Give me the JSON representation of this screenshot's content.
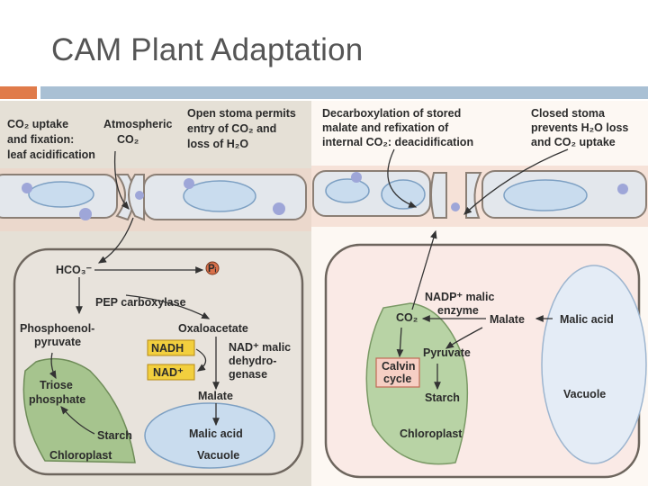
{
  "slide": {
    "title": "CAM Plant Adaptation",
    "colors": {
      "accent_orange": "#e07b4a",
      "accent_blue": "#a9c0d4",
      "title": "#555555"
    }
  },
  "night_panel": {
    "co2_uptake": [
      "CO₂ uptake",
      "and fixation:",
      "leaf acidification"
    ],
    "atmospheric": [
      "Atmospheric",
      "CO₂"
    ],
    "open_stoma": [
      "Open stoma permits",
      "entry of CO₂ and",
      "loss of H₂O"
    ],
    "hco3": "HCO₃⁻",
    "phosphate": "Pᵢ",
    "pep_carboxylase": "PEP carboxylase",
    "phosphoenolpyruvate": [
      "Phosphoenol-",
      "pyruvate"
    ],
    "oxaloacetate": "Oxaloacetate",
    "nadh": "NADH",
    "nad": "NAD⁺",
    "nad_malic": [
      "NAD⁺ malic",
      "dehydro-",
      "genase"
    ],
    "triose_phosphate": [
      "Triose",
      "phosphate"
    ],
    "malate": "Malate",
    "starch": "Starch",
    "malic_acid": "Malic acid",
    "chloroplast": "Chloroplast",
    "vacuole": "Vacuole",
    "colors": {
      "panel": "#e5e0d6",
      "chloroplast": "#a6c48e",
      "vacuole": "#c9dcee",
      "cell": "#e8e3dc",
      "highlight": "#f2cf3e"
    }
  },
  "day_panel": {
    "decarboxylation": [
      "Decarboxylation of stored",
      "malate and refixation of",
      "internal CO₂: deacidification"
    ],
    "closed_stoma": [
      "Closed stoma",
      "prevents H₂O loss",
      "and CO₂ uptake"
    ],
    "nadp_malic": [
      "NADP⁺ malic",
      "enzyme"
    ],
    "co2": "CO₂",
    "malate": "Malate",
    "malic_acid": "Malic acid",
    "pyruvate": "Pyruvate",
    "calvin_cycle": [
      "Calvin",
      "cycle"
    ],
    "starch": "Starch",
    "vacuole": "Vacuole",
    "chloroplast": "Chloroplast",
    "colors": {
      "panel": "#fdf8f3",
      "chloroplast": "#b8d3a5",
      "vacuole": "#e4ecf6",
      "cell": "#faeae6",
      "calvin_box": "#f6cfc4"
    }
  }
}
